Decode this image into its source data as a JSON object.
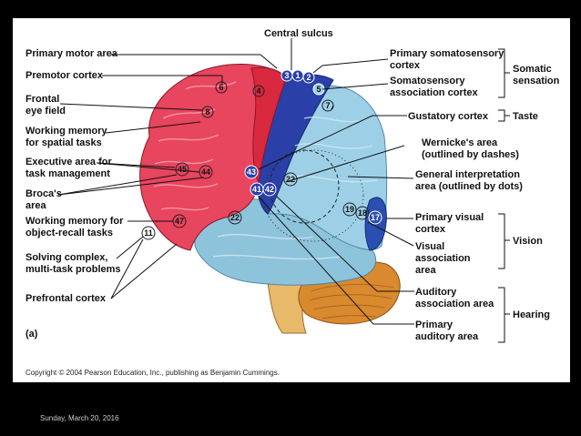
{
  "labels": {
    "central_sulcus": "Central sulcus",
    "primary_motor_area": "Primary motor area",
    "premotor_cortex": "Premotor cortex",
    "frontal_eye_field": [
      "Frontal",
      "eye field"
    ],
    "working_memory_spatial": [
      "Working memory",
      "for spatial tasks"
    ],
    "executive_area": [
      "Executive area for",
      "task management"
    ],
    "brocas_area": [
      "Broca's",
      "area"
    ],
    "working_memory_object": [
      "Working memory for",
      "object-recall tasks"
    ],
    "solving_complex": [
      "Solving complex,",
      "multi-task problems"
    ],
    "prefrontal_cortex": "Prefrontal cortex",
    "primary_somatosensory": [
      "Primary somatosensory",
      "cortex"
    ],
    "somatosensory_association": [
      "Somatosensory",
      "association cortex"
    ],
    "gustatory_cortex": "Gustatory cortex",
    "wernickes_area": [
      "Wernicke's area",
      "(outlined by dashes)"
    ],
    "general_interpretation": [
      "General interpretation",
      "area (outlined by dots)"
    ],
    "primary_visual": [
      "Primary visual",
      "cortex"
    ],
    "visual_association": [
      "Visual",
      "association",
      "area"
    ],
    "auditory_association": [
      "Auditory",
      "association area"
    ],
    "primary_auditory": [
      "Primary",
      "auditory area"
    ]
  },
  "groups": {
    "somatic_sensation": [
      "Somatic",
      "sensation"
    ],
    "taste": "Taste",
    "vision": "Vision",
    "hearing": "Hearing"
  },
  "area_numbers": {
    "n1": "1",
    "n2": "2",
    "n3": "3",
    "n4": "4",
    "n5": "5",
    "n6": "6",
    "n7": "7",
    "n8": "8",
    "n11": "11",
    "n17": "17",
    "n18": "18",
    "n19": "19",
    "n22a": "22",
    "n22b": "22",
    "n41": "41",
    "n42": "42",
    "n43": "43",
    "n44": "44",
    "n45": "45",
    "n47": "47"
  },
  "panel_label": "(a)",
  "copyright": "Copyright © 2004 Pearson Education, Inc., publishing as Benjamin Cummings.",
  "footer_date": "Sunday, March 20, 2016",
  "colors": {
    "frontal": "#e8455e",
    "frontal_light": "#f4a3b3",
    "motor": "#d8283e",
    "somatosensory": "#2a3fa8",
    "parietal": "#9dd0e6",
    "temporal": "#8ec3dc",
    "visual": "#2b4fb0",
    "cerebellum": "#d9892e",
    "brainstem": "#e9b96a"
  }
}
